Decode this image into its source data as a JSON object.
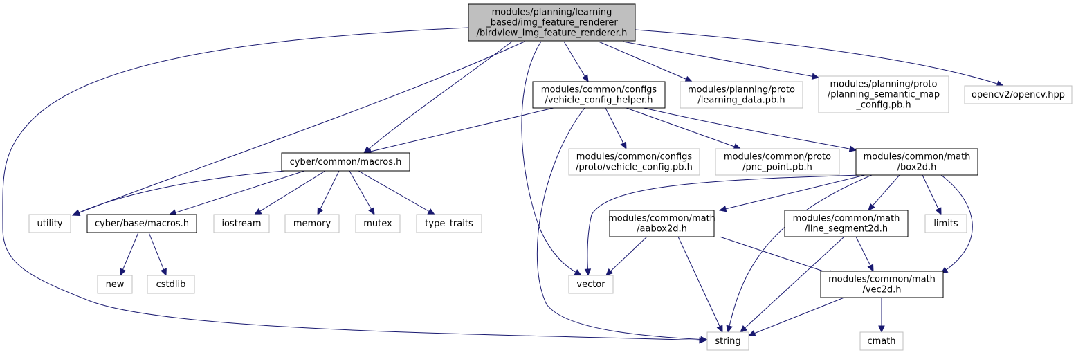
{
  "colors": {
    "root_fill": "#bfbfbf",
    "node_fill": "#ffffff",
    "border_documented": "#000000",
    "border_external": "#bfbfbf",
    "edge": "#191970"
  },
  "nodes": [
    {
      "id": "root",
      "kind": "root",
      "lines": [
        "modules/planning/learning",
        "_based/img_feature_renderer",
        "/birdview_img_feature_renderer.h"
      ]
    },
    {
      "id": "vehicle_config_helper",
      "kind": "documented",
      "lines": [
        "modules/common/configs",
        "/vehicle_config_helper.h"
      ]
    },
    {
      "id": "learning_data",
      "kind": "external",
      "lines": [
        "modules/planning/proto",
        "/learning_data.pb.h"
      ]
    },
    {
      "id": "planning_semantic_map",
      "kind": "external",
      "lines": [
        "modules/planning/proto",
        "/planning_semantic_map",
        "_config.pb.h"
      ]
    },
    {
      "id": "opencv",
      "kind": "external",
      "lines": [
        "opencv2/opencv.hpp"
      ]
    },
    {
      "id": "cyber_common_macros",
      "kind": "documented",
      "lines": [
        "cyber/common/macros.h"
      ]
    },
    {
      "id": "vehicle_config_pb",
      "kind": "external",
      "lines": [
        "modules/common/configs",
        "/proto/vehicle_config.pb.h"
      ]
    },
    {
      "id": "pnc_point",
      "kind": "external",
      "lines": [
        "modules/common/proto",
        "/pnc_point.pb.h"
      ]
    },
    {
      "id": "box2d",
      "kind": "documented",
      "lines": [
        "modules/common/math",
        "/box2d.h"
      ]
    },
    {
      "id": "utility",
      "kind": "external",
      "lines": [
        "utility"
      ]
    },
    {
      "id": "cyber_base_macros",
      "kind": "documented",
      "lines": [
        "cyber/base/macros.h"
      ]
    },
    {
      "id": "iostream",
      "kind": "external",
      "lines": [
        "iostream"
      ]
    },
    {
      "id": "memory",
      "kind": "external",
      "lines": [
        "memory"
      ]
    },
    {
      "id": "mutex",
      "kind": "external",
      "lines": [
        "mutex"
      ]
    },
    {
      "id": "type_traits",
      "kind": "external",
      "lines": [
        "type_traits"
      ]
    },
    {
      "id": "aabox2d",
      "kind": "documented",
      "lines": [
        "modules/common/math",
        "/aabox2d.h"
      ]
    },
    {
      "id": "line_segment2d",
      "kind": "documented",
      "lines": [
        "modules/common/math",
        "/line_segment2d.h"
      ]
    },
    {
      "id": "limits",
      "kind": "external",
      "lines": [
        "limits"
      ]
    },
    {
      "id": "new",
      "kind": "external",
      "lines": [
        "new"
      ]
    },
    {
      "id": "cstdlib",
      "kind": "external",
      "lines": [
        "cstdlib"
      ]
    },
    {
      "id": "vector",
      "kind": "external",
      "lines": [
        "vector"
      ]
    },
    {
      "id": "vec2d",
      "kind": "documented",
      "lines": [
        "modules/common/math",
        "/vec2d.h"
      ]
    },
    {
      "id": "string",
      "kind": "external",
      "lines": [
        "string"
      ]
    },
    {
      "id": "cmath",
      "kind": "external",
      "lines": [
        "cmath"
      ]
    }
  ],
  "edges": [
    {
      "from": "root",
      "to": "string"
    },
    {
      "from": "root",
      "to": "utility"
    },
    {
      "from": "root",
      "to": "cyber_common_macros"
    },
    {
      "from": "root",
      "to": "vector"
    },
    {
      "from": "root",
      "to": "vehicle_config_helper"
    },
    {
      "from": "root",
      "to": "learning_data"
    },
    {
      "from": "root",
      "to": "planning_semantic_map"
    },
    {
      "from": "root",
      "to": "opencv"
    },
    {
      "from": "vehicle_config_helper",
      "to": "cyber_common_macros"
    },
    {
      "from": "vehicle_config_helper",
      "to": "string"
    },
    {
      "from": "vehicle_config_helper",
      "to": "vehicle_config_pb"
    },
    {
      "from": "vehicle_config_helper",
      "to": "pnc_point"
    },
    {
      "from": "vehicle_config_helper",
      "to": "box2d"
    },
    {
      "from": "cyber_common_macros",
      "to": "utility"
    },
    {
      "from": "cyber_common_macros",
      "to": "cyber_base_macros"
    },
    {
      "from": "cyber_common_macros",
      "to": "iostream"
    },
    {
      "from": "cyber_common_macros",
      "to": "memory"
    },
    {
      "from": "cyber_common_macros",
      "to": "mutex"
    },
    {
      "from": "cyber_common_macros",
      "to": "type_traits"
    },
    {
      "from": "cyber_base_macros",
      "to": "new"
    },
    {
      "from": "cyber_base_macros",
      "to": "cstdlib"
    },
    {
      "from": "box2d",
      "to": "vector"
    },
    {
      "from": "box2d",
      "to": "string"
    },
    {
      "from": "box2d",
      "to": "aabox2d"
    },
    {
      "from": "box2d",
      "to": "line_segment2d"
    },
    {
      "from": "box2d",
      "to": "limits"
    },
    {
      "from": "box2d",
      "to": "vec2d"
    },
    {
      "from": "aabox2d",
      "to": "vector"
    },
    {
      "from": "aabox2d",
      "to": "string"
    },
    {
      "from": "aabox2d",
      "to": "vec2d"
    },
    {
      "from": "line_segment2d",
      "to": "string"
    },
    {
      "from": "line_segment2d",
      "to": "vec2d"
    },
    {
      "from": "vec2d",
      "to": "string"
    },
    {
      "from": "vec2d",
      "to": "cmath"
    }
  ]
}
